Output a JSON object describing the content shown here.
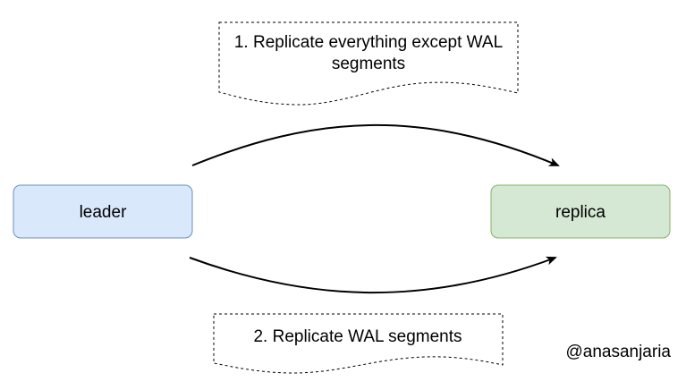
{
  "nodes": {
    "leader": {
      "label": "leader",
      "fill": "#dae8fc",
      "stroke": "#6c8ebf"
    },
    "replica": {
      "label": "replica",
      "fill": "#d5e8d4",
      "stroke": "#82b366"
    }
  },
  "notes": {
    "step1": {
      "line1": "1. Replicate everything except WAL",
      "line2": "segments"
    },
    "step2": {
      "label": "2. Replicate WAL segments"
    }
  },
  "watermark": "@anasanjaria",
  "colors": {
    "arrow": "#000000",
    "note_border": "#000000"
  }
}
